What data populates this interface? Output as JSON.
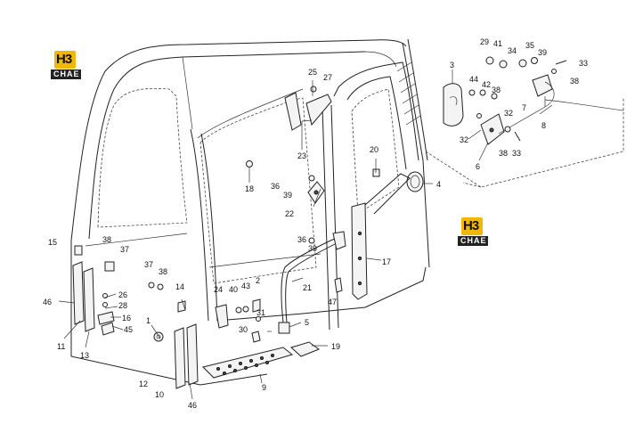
{
  "brand": {
    "mark": "H3",
    "sub": "CHAE",
    "accent": "#f2b705"
  },
  "callouts": [
    {
      "id": "c1",
      "text": "1"
    },
    {
      "id": "c2",
      "text": "2"
    },
    {
      "id": "c3",
      "text": "3"
    },
    {
      "id": "c4",
      "text": "4"
    },
    {
      "id": "c5",
      "text": "5"
    },
    {
      "id": "c6",
      "text": "6"
    },
    {
      "id": "c7",
      "text": "7"
    },
    {
      "id": "c8",
      "text": "8"
    },
    {
      "id": "c9",
      "text": "9"
    },
    {
      "id": "c10",
      "text": "10"
    },
    {
      "id": "c11",
      "text": "11"
    },
    {
      "id": "c12",
      "text": "12"
    },
    {
      "id": "c13",
      "text": "13"
    },
    {
      "id": "c14",
      "text": "14"
    },
    {
      "id": "c15",
      "text": "15"
    },
    {
      "id": "c16",
      "text": "16"
    },
    {
      "id": "c17",
      "text": "17"
    },
    {
      "id": "c18",
      "text": "18"
    },
    {
      "id": "c19",
      "text": "19"
    },
    {
      "id": "c20",
      "text": "20"
    },
    {
      "id": "c21",
      "text": "21"
    },
    {
      "id": "c22",
      "text": "22"
    },
    {
      "id": "c23",
      "text": "23"
    },
    {
      "id": "c24",
      "text": "24"
    },
    {
      "id": "c25",
      "text": "25"
    },
    {
      "id": "c26",
      "text": "26"
    },
    {
      "id": "c27",
      "text": "27"
    },
    {
      "id": "c28",
      "text": "28"
    },
    {
      "id": "c29",
      "text": "29"
    },
    {
      "id": "c30",
      "text": "30"
    },
    {
      "id": "c31",
      "text": "31"
    },
    {
      "id": "c32a",
      "text": "32"
    },
    {
      "id": "c32b",
      "text": "32"
    },
    {
      "id": "c33a",
      "text": "33"
    },
    {
      "id": "c33b",
      "text": "33"
    },
    {
      "id": "c34",
      "text": "34"
    },
    {
      "id": "c35",
      "text": "35"
    },
    {
      "id": "c36a",
      "text": "36"
    },
    {
      "id": "c36b",
      "text": "36"
    },
    {
      "id": "c37a",
      "text": "37"
    },
    {
      "id": "c37b",
      "text": "37"
    },
    {
      "id": "c38a",
      "text": "38"
    },
    {
      "id": "c38b",
      "text": "38"
    },
    {
      "id": "c38c",
      "text": "38"
    },
    {
      "id": "c38d",
      "text": "38"
    },
    {
      "id": "c38e",
      "text": "38"
    },
    {
      "id": "c39a",
      "text": "39"
    },
    {
      "id": "c39b",
      "text": "39"
    },
    {
      "id": "c39c",
      "text": "39"
    },
    {
      "id": "c40",
      "text": "40"
    },
    {
      "id": "c41",
      "text": "41"
    },
    {
      "id": "c42",
      "text": "42"
    },
    {
      "id": "c43",
      "text": "43"
    },
    {
      "id": "c44",
      "text": "44"
    },
    {
      "id": "c45",
      "text": "45"
    },
    {
      "id": "c46a",
      "text": "46"
    },
    {
      "id": "c46b",
      "text": "46"
    },
    {
      "id": "c47",
      "text": "47"
    }
  ]
}
